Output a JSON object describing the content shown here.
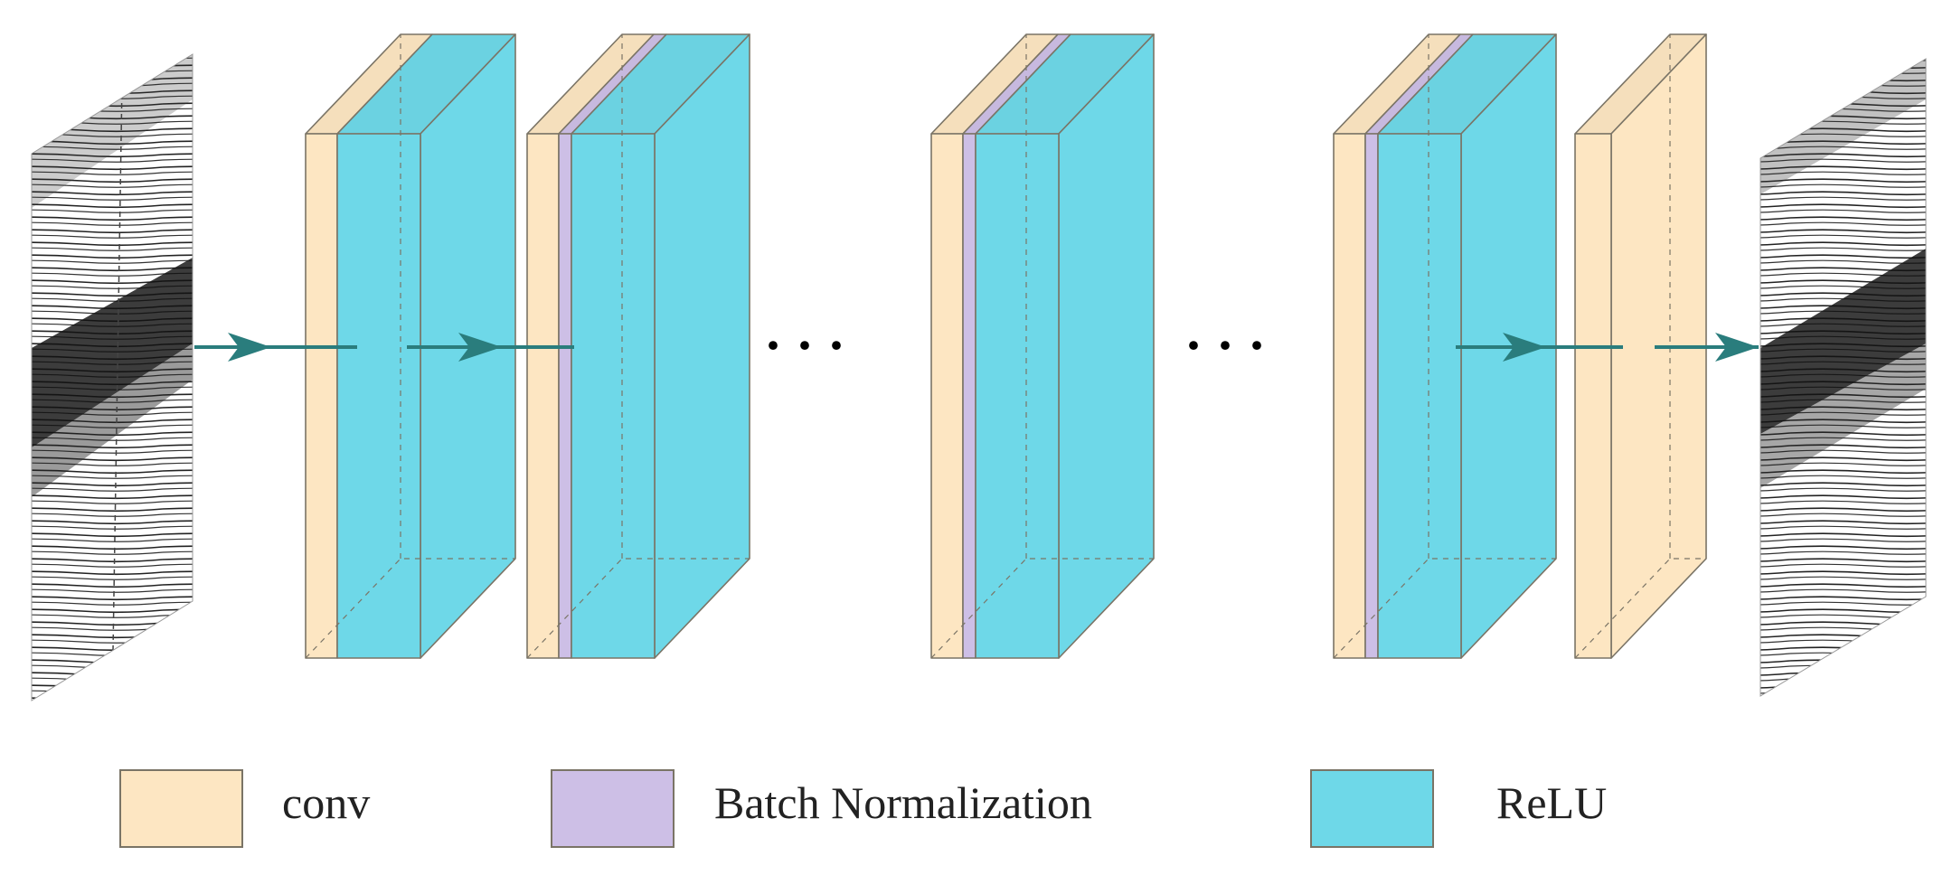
{
  "colors": {
    "conv": "#FDE6C2",
    "batch_norm": "#CDBFE6",
    "relu": "#6ED8E8",
    "arrow": "#2A7D7D",
    "outline": "#7A7466",
    "seismic_dark": "#111111",
    "seismic_light": "#FFFFFF"
  },
  "icons": {
    "input": "seismic-input-image",
    "output": "seismic-output-image",
    "arrow": "arrow-right-icon",
    "ellipsis": "ellipsis-dots"
  },
  "ellipsis": "· · ·",
  "blocks": [
    {
      "id": "block-1",
      "layers": [
        "conv",
        "relu"
      ]
    },
    {
      "id": "block-2",
      "layers": [
        "conv",
        "batch_norm",
        "relu"
      ]
    },
    {
      "id": "block-3",
      "layers": [
        "conv",
        "batch_norm",
        "relu"
      ]
    },
    {
      "id": "block-4",
      "layers": [
        "conv",
        "batch_norm",
        "relu"
      ]
    },
    {
      "id": "block-5",
      "layers": [
        "conv"
      ]
    }
  ],
  "legend": [
    {
      "key": "conv",
      "label": "conv"
    },
    {
      "key": "batch_norm",
      "label": "Batch Normalization"
    },
    {
      "key": "relu",
      "label": "ReLU"
    }
  ]
}
